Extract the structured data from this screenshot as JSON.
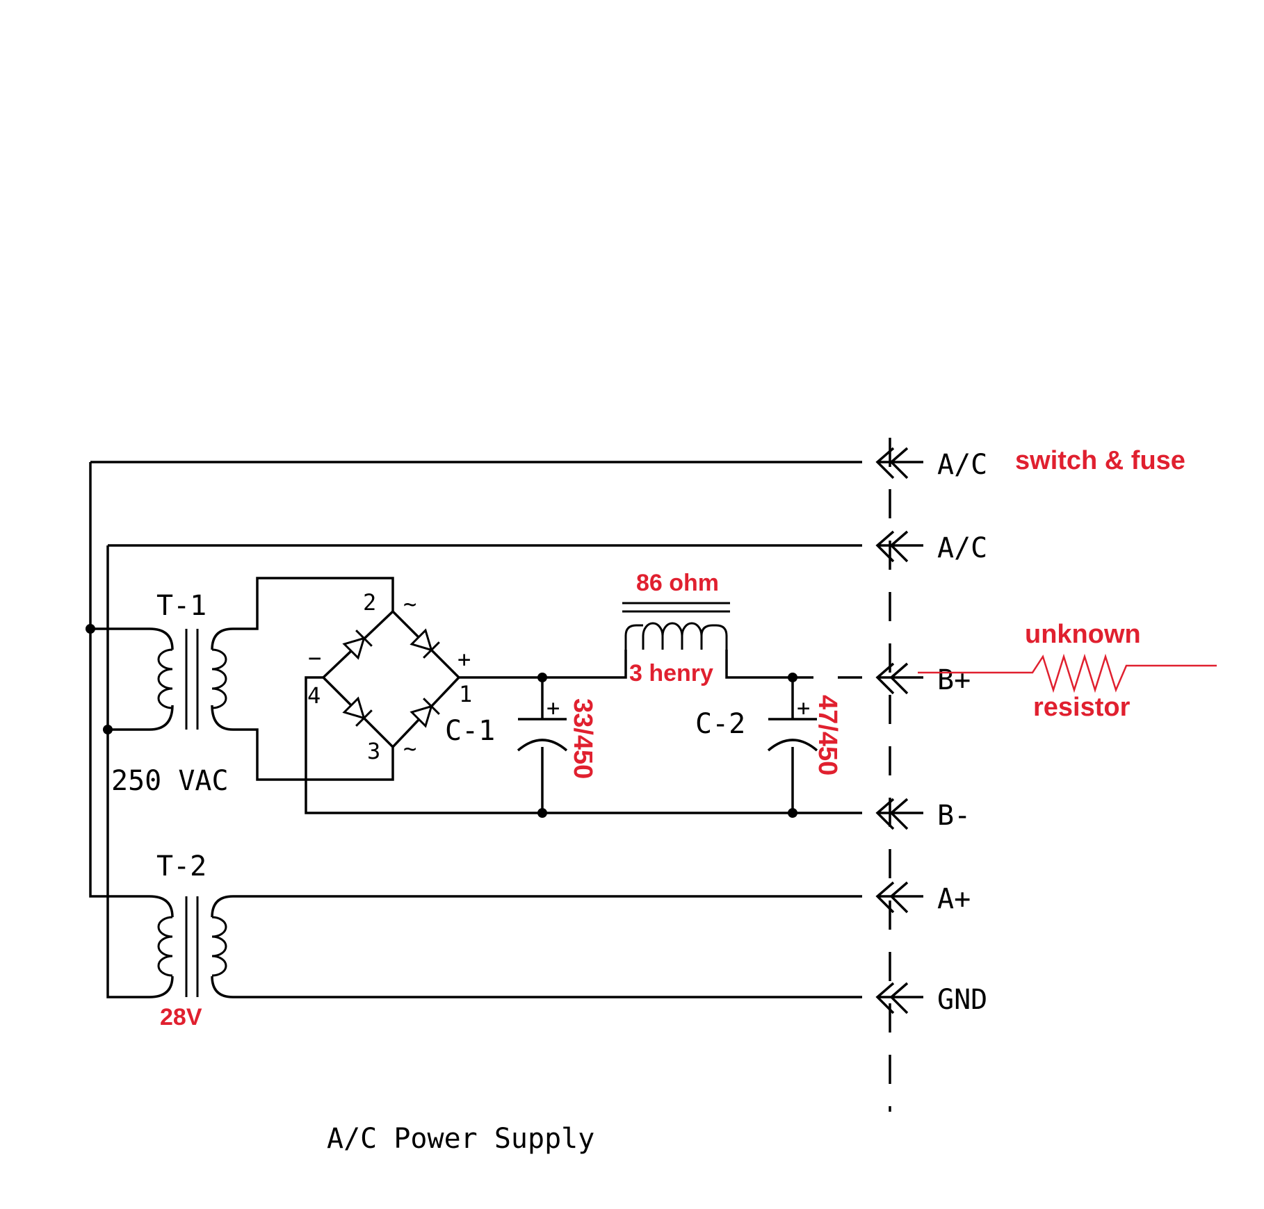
{
  "title": "A/C Power Supply",
  "transformer1": {
    "name": "T-1",
    "voltage": "250 VAC"
  },
  "transformer2": {
    "name": "T-2",
    "voltage": "28V"
  },
  "bridge": {
    "pin1": "1",
    "pin2": "2",
    "pin3": "3",
    "pin4": "4",
    "plus": "+",
    "minus": "−",
    "ac_top": "~",
    "ac_bottom": "~"
  },
  "capacitor1": {
    "name": "C-1",
    "value": "33/450",
    "polarity": "+"
  },
  "capacitor2": {
    "name": "C-2",
    "value": "47/450",
    "polarity": "+"
  },
  "choke": {
    "resistance": "86 ohm",
    "inductance": "3 henry"
  },
  "connector": {
    "pins": [
      "A/C",
      "A/C",
      "B+",
      "B-",
      "A+",
      "GND"
    ]
  },
  "annotations": {
    "switch_fuse": "switch & fuse",
    "resistor_top": "unknown",
    "resistor_bottom": "resistor"
  },
  "colors": {
    "annotation": "#e0202f",
    "line": "#000000"
  }
}
